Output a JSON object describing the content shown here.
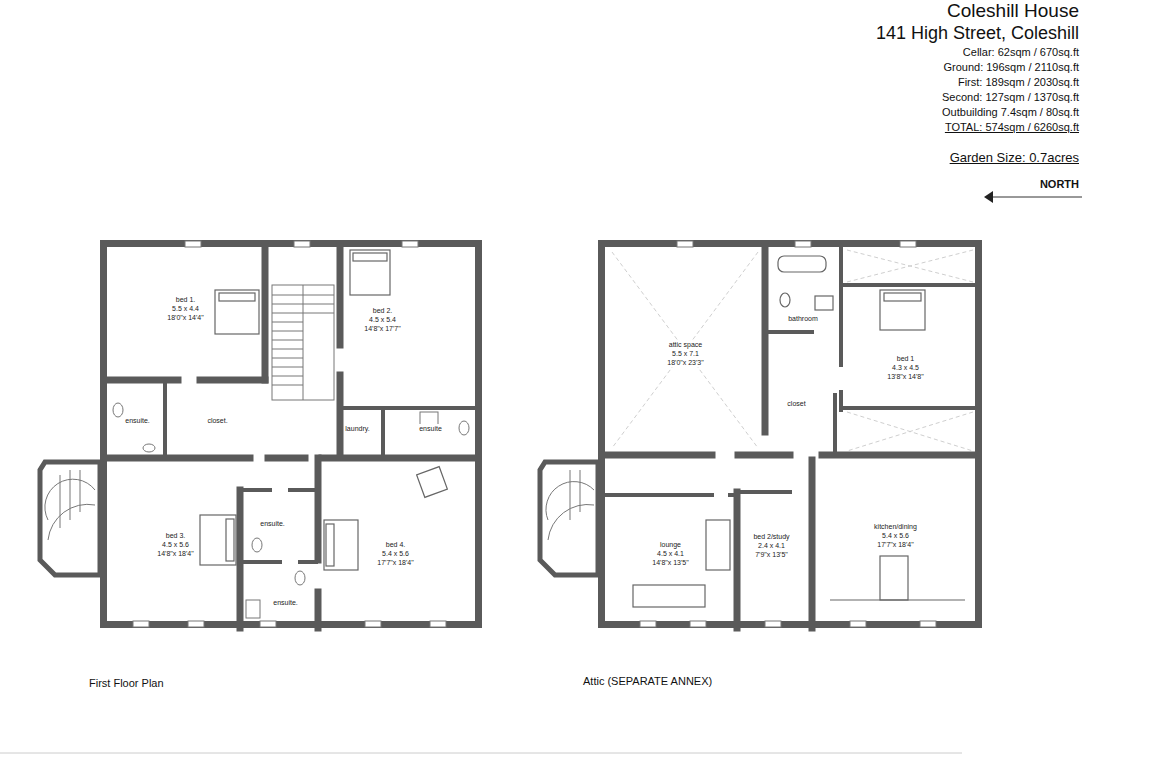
{
  "diagram": {
    "title": "Coleshill House",
    "nodes": [
      {
        "text": [
          "bed 1.",
          "5.5 x 4.4",
          "18'0\"x 14'4\""
        ]
      },
      {
        "text": [
          "bed 2.",
          "4.5 x 5.4",
          "14'8\"x 17'7\""
        ]
      },
      {
        "text": [
          "ensuite."
        ]
      },
      {
        "text": [
          "closet."
        ]
      },
      {
        "text": [
          "laundry."
        ]
      },
      {
        "text": [
          "ensuite"
        ]
      },
      {
        "text": [
          "bed 3.",
          "4.5 x 5.6",
          "14'8\"x 18'4\""
        ]
      },
      {
        "text": [
          "ensuite."
        ]
      },
      {
        "text": [
          "bed 4.",
          "5.4 x 5.6",
          "17'7\"x 18'4\""
        ]
      },
      {
        "text": [
          "ensuite."
        ]
      },
      {
        "text": [
          "attic space",
          "5.5 x 7.1",
          "18'0\"x 23'3\""
        ]
      },
      {
        "text": [
          "bathroom"
        ]
      },
      {
        "text": [
          "bed 1",
          "4.3 x 4.5",
          "13'8\"x 14'8\""
        ]
      },
      {
        "text": [
          "closet"
        ]
      },
      {
        "text": [
          "lounge",
          "4.5 x 4.1",
          "14'8\"x 13'5\""
        ]
      },
      {
        "text": [
          "bed 2/study",
          "2.4 x 4.1",
          "7'9\"x 13'5\""
        ]
      },
      {
        "text": [
          "kitchen/dining",
          "5.4 x 5.6",
          "17'7\"x 18'4\""
        ]
      }
    ],
    "labels": [
      "141 High Street, Coleshill",
      "Cellar: 62sqm / 670sq.ft",
      "Ground: 196sqm / 2110sq.ft",
      "First: 189sqm / 2030sq.ft",
      "Second: 127sqm / 1370sq.ft",
      "Outbuilding 7.4sqm / 80sq.ft",
      "TOTAL: 574sqm / 6260sq.ft",
      "Garden Size: 0.7acres",
      "NORTH",
      "First Floor Plan",
      "Attic (SEPARATE ANNEX)"
    ]
  }
}
